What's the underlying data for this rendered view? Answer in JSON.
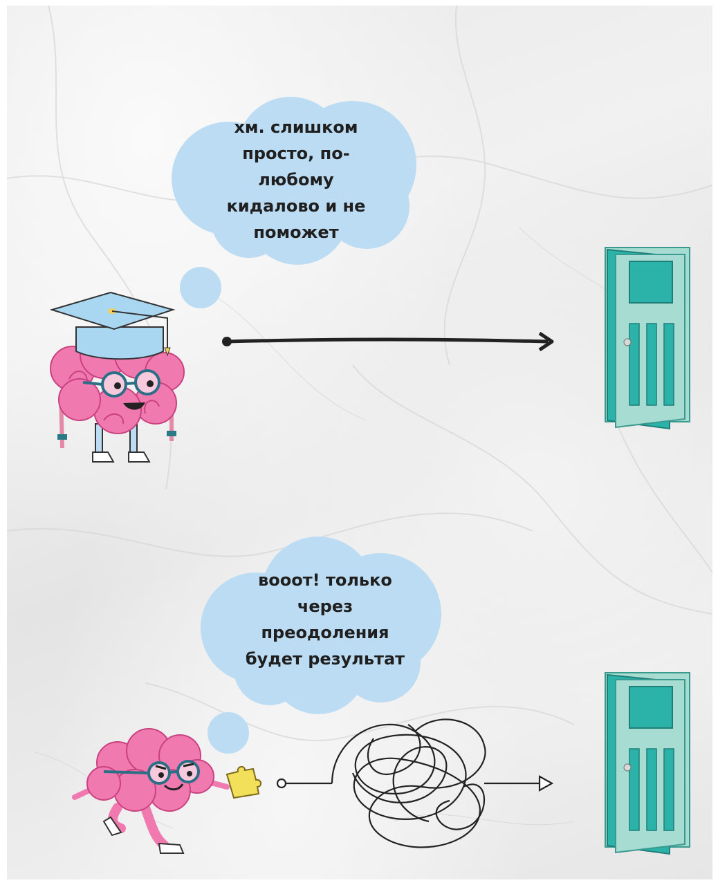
{
  "scene_top": {
    "bubble_lines": [
      "хм. слишком",
      "просто, по-",
      "любому",
      "кидалово и не",
      "поможет"
    ]
  },
  "scene_bottom": {
    "bubble_lines": [
      "вооот! только",
      "через",
      "преодоления",
      "будет результат"
    ]
  },
  "colors": {
    "bubble": "#bcdcf4",
    "brain": "#f07ab0",
    "brain_dark": "#c9417f",
    "cap": "#a9d7f2",
    "door": "#2bb3a9",
    "door_frame": "#a6dcd2",
    "ink": "#222222"
  },
  "icons": [
    "graduation-cap-icon",
    "brain-character-icon",
    "door-icon",
    "arrow-icon",
    "puzzle-piece-icon",
    "tangled-line-icon"
  ]
}
